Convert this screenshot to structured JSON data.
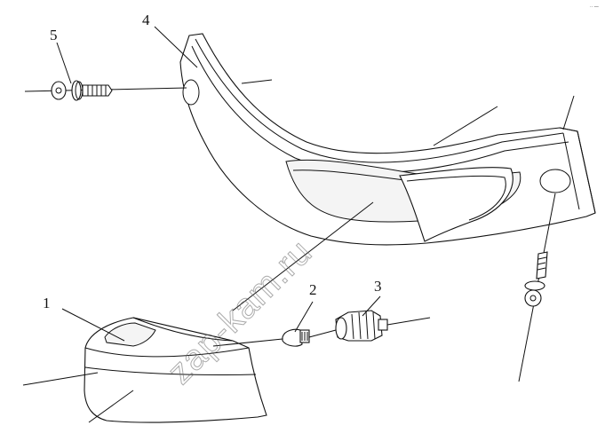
{
  "diagram": {
    "callouts": {
      "part_1": "1",
      "part_2": "2",
      "part_3": "3",
      "part_4": "4",
      "part_5": "5"
    },
    "watermark": "zap-kam.ru",
    "corner_mark": "·· —"
  }
}
